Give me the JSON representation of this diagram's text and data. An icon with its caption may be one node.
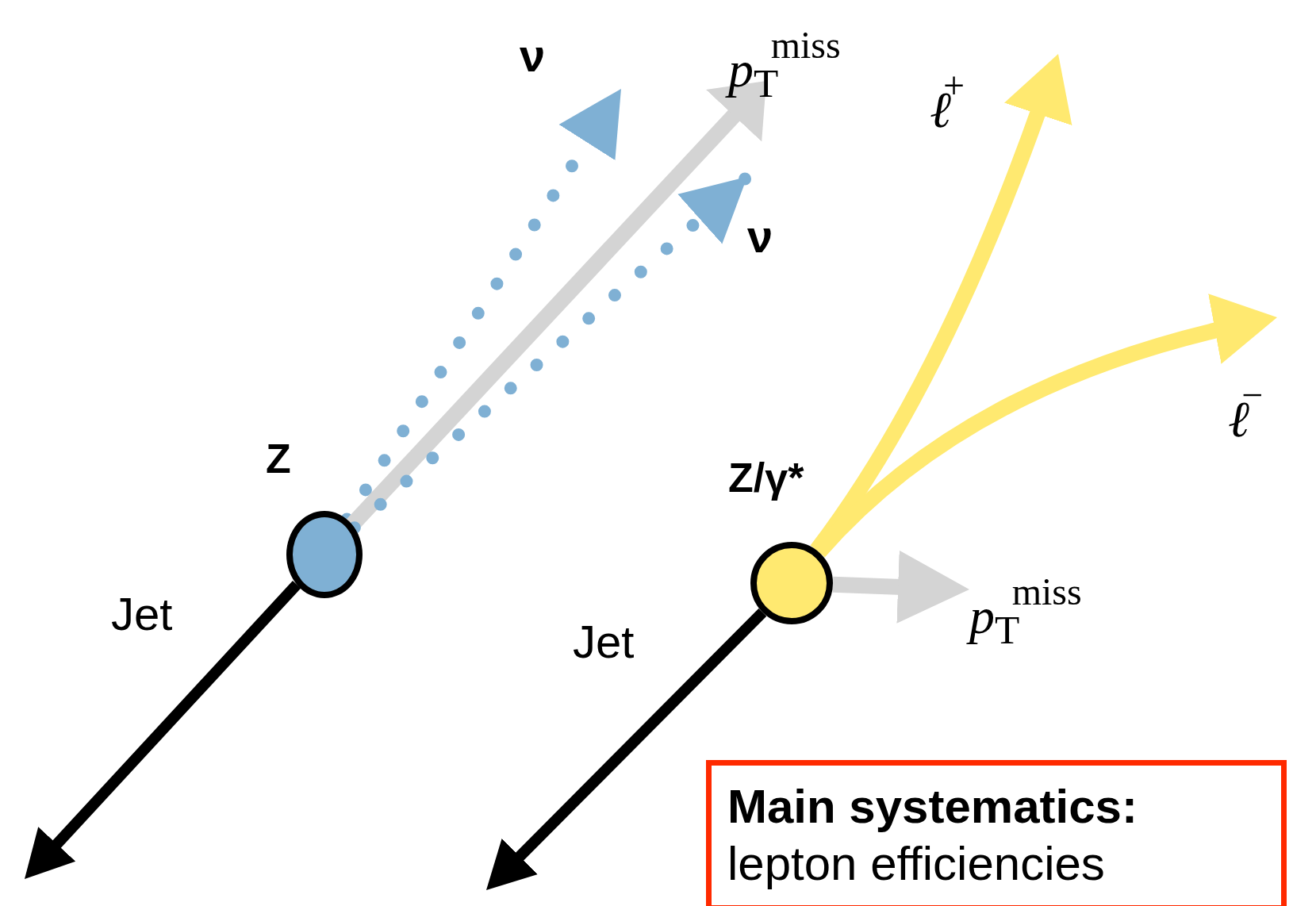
{
  "diagram": {
    "nodes": [
      {
        "text": [
          "*p*$_{T}$$^{miss}$"
        ]
      },
      {
        "text": [
          "ν"
        ]
      },
      {
        "text": [
          "ν"
        ]
      },
      {
        "text": [],
        "shape": "circle",
        "beside": [
          "Z"
        ]
      },
      {
        "text": [],
        "shape": "circle",
        "beside": [
          "Z/γ*"
        ]
      },
      {
        "text": [
          "*p*$_{T}$$^{miss}$"
        ]
      },
      {
        "text": [
          "Main systematics:",
          "lepton efficiencies"
        ]
      }
    ],
    "edges": [
      {
        "from": 3,
        "to": null,
        "arrow": "to",
        "color": "#000000"
      },
      {
        "from": 3,
        "to": 1,
        "arrow": "to",
        "style": "dashed",
        "color": "#7fb0d4"
      },
      {
        "from": 3,
        "to": 0,
        "arrow": "to",
        "color": "#d4d4d4"
      },
      {
        "from": 3,
        "to": 2,
        "arrow": "to",
        "style": "dashed",
        "color": "#7fb0d4"
      },
      {
        "from": 4,
        "to": null,
        "arrow": "to",
        "color": "#000000"
      },
      {
        "from": 4,
        "to": null,
        "arrow": "to",
        "color": "#ffe970"
      },
      {
        "from": 4,
        "to": null,
        "arrow": "to",
        "color": "#ffe970"
      },
      {
        "from": 4,
        "to": 5,
        "arrow": "to",
        "color": "#d4d4d4"
      }
    ],
    "labels": [
      "*ℓ*$^{+}$",
      "*ℓ*$^{−}$",
      "Jet",
      "Jet"
    ]
  }
}
